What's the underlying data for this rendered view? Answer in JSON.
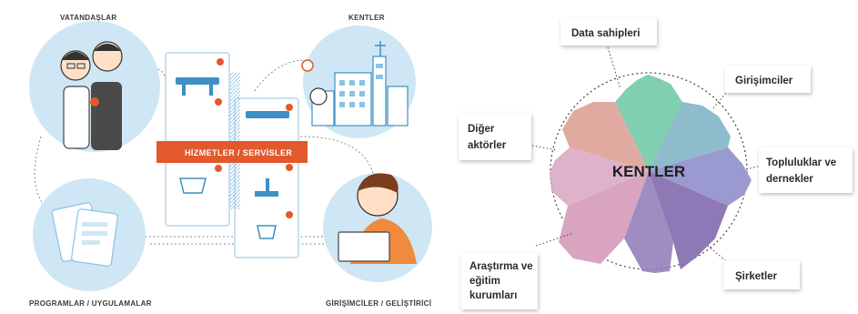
{
  "left_diagram": {
    "top_left_label": "VATANDAŞLAR",
    "top_right_label": "KENTLER",
    "banner_label": "HİZMETLER / SERVİSLER",
    "bottom_left_label": "PROGRAMLAR / UYGULAMALAR",
    "bottom_right_label": "GİRİŞİMCİLER / GELİŞTİRİCİ"
  },
  "right_diagram": {
    "center_label": "KENTLER",
    "actors": [
      {
        "label": "Data sahipleri",
        "color": "#7fcfb0"
      },
      {
        "label": "Girişimciler",
        "color": "#8fbccc"
      },
      {
        "label": "Topluluklar ve dernekler",
        "color": "#9a9ad0"
      },
      {
        "label": "Şirketler",
        "color": "#8e78b6"
      },
      {
        "label": "Araştırma ve eğitim kurumları",
        "color": "#d8a4c0"
      },
      {
        "label": "Diğer aktörler",
        "color": "#e0aaa0"
      }
    ]
  },
  "colors": {
    "circle_blue": "#cfe6f4",
    "banner": "#e2592b",
    "card_blue": "#3d8fc4",
    "dashed": "#777777"
  }
}
